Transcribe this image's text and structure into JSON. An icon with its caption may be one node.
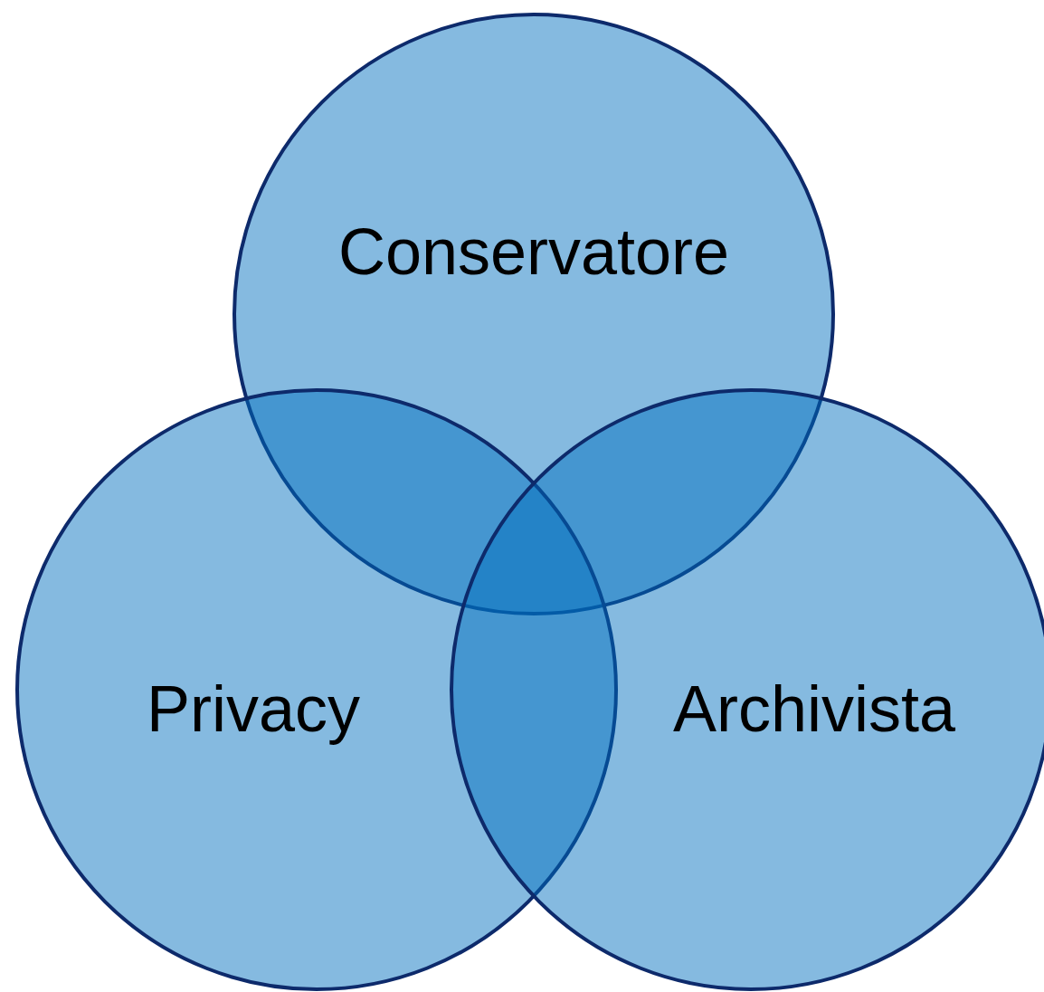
{
  "diagram": {
    "nodes": [
      {
        "text": [
          "Conservatore"
        ]
      },
      {
        "text": [
          "Privacy"
        ]
      },
      {
        "text": [
          "Archivista"
        ]
      }
    ]
  }
}
